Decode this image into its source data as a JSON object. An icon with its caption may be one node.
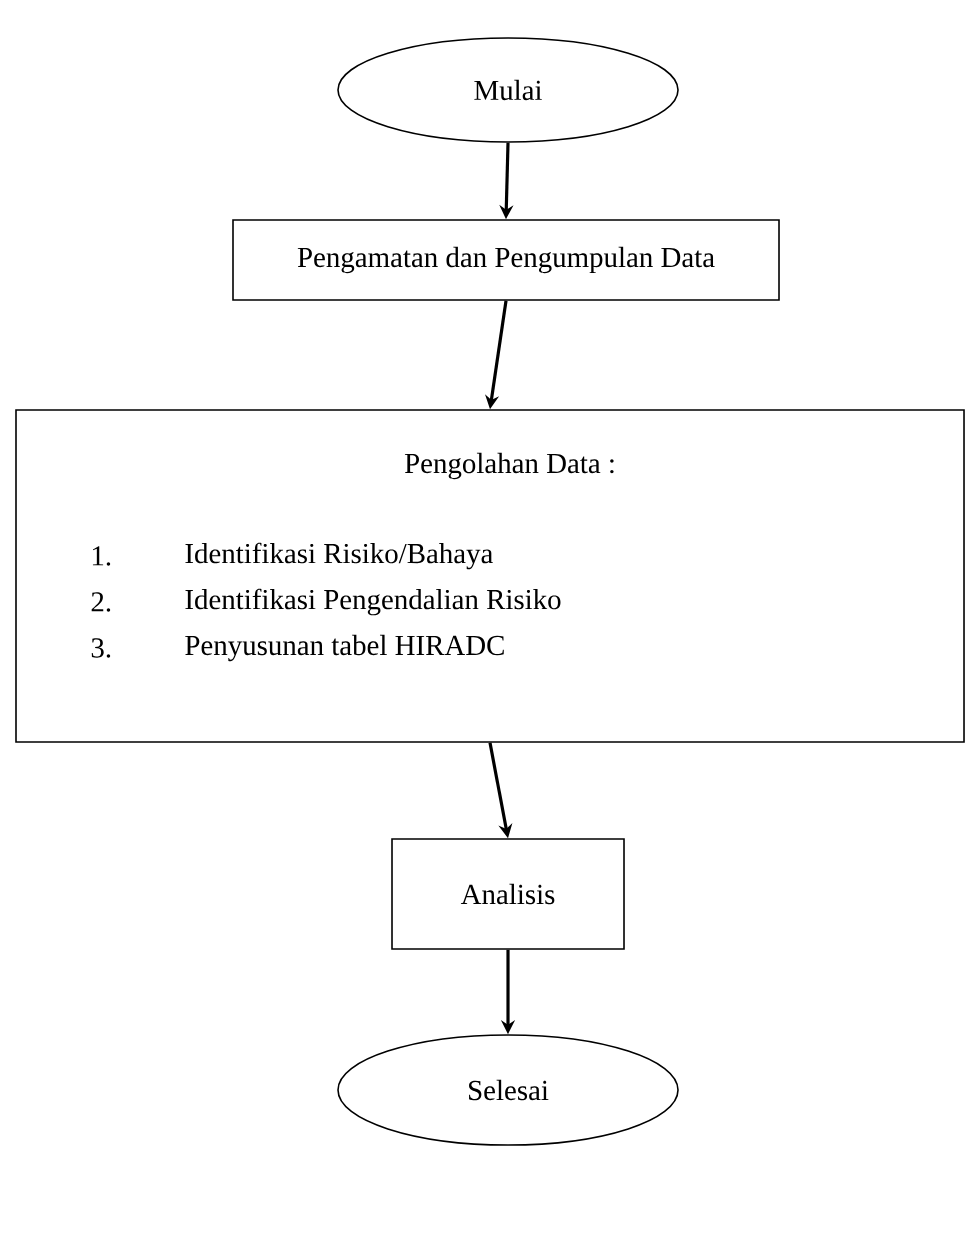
{
  "diagram": {
    "nodes": [
      {
        "text": [
          "Mulai"
        ]
      },
      {
        "text": [
          "Pengamatan dan Pengumpulan Data"
        ]
      },
      {
        "text": [
          "Pengolahan Data :",
          "1.",
          "Identifikasi Risiko/Bahaya",
          "2.",
          "Identifikasi Pengendalian Risiko",
          "3.",
          "Penyusunan tabel HIRADC"
        ]
      },
      {
        "text": [
          "Analisis"
        ]
      },
      {
        "text": [
          "Selesai"
        ]
      }
    ],
    "edges": [
      {
        "from": 0,
        "to": 1,
        "arrow": "to"
      },
      {
        "from": 1,
        "to": 2,
        "arrow": "to"
      },
      {
        "from": 2,
        "to": 3,
        "arrow": "to"
      },
      {
        "from": 3,
        "to": 4,
        "arrow": "to"
      }
    ]
  }
}
